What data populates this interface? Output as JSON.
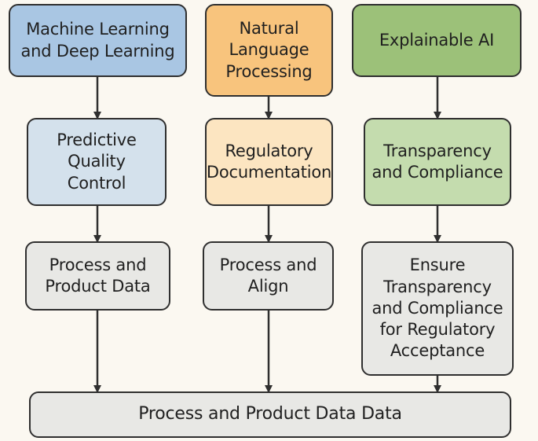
{
  "colors": {
    "ml_header": "#a9c6e3",
    "nlp_header": "#f8c47d",
    "xai_header": "#9cc179",
    "ml_mid": "#d4e1ec",
    "nlp_mid": "#fce5c1",
    "xai_mid": "#c4dcae",
    "gray": "#e8e8e5",
    "stroke": "#2f2f2f"
  },
  "columns": [
    {
      "header": "Machine Learning\nand Deep Learning",
      "middle": "Predictive\nQuality\nControl",
      "lower": "Process and\nProduct Data"
    },
    {
      "header": "Natural\nLanguage\nProcessing",
      "middle": "Regulatory\nDocumentation",
      "lower": "Process and\nAlign"
    },
    {
      "header": "Explainable AI",
      "middle": "Transparency\nand Compliance",
      "lower": "Ensure\nTransparency\nand Compliance\nfor Regulatory\nAcceptance"
    }
  ],
  "bottom": "Process and Product Data Data"
}
